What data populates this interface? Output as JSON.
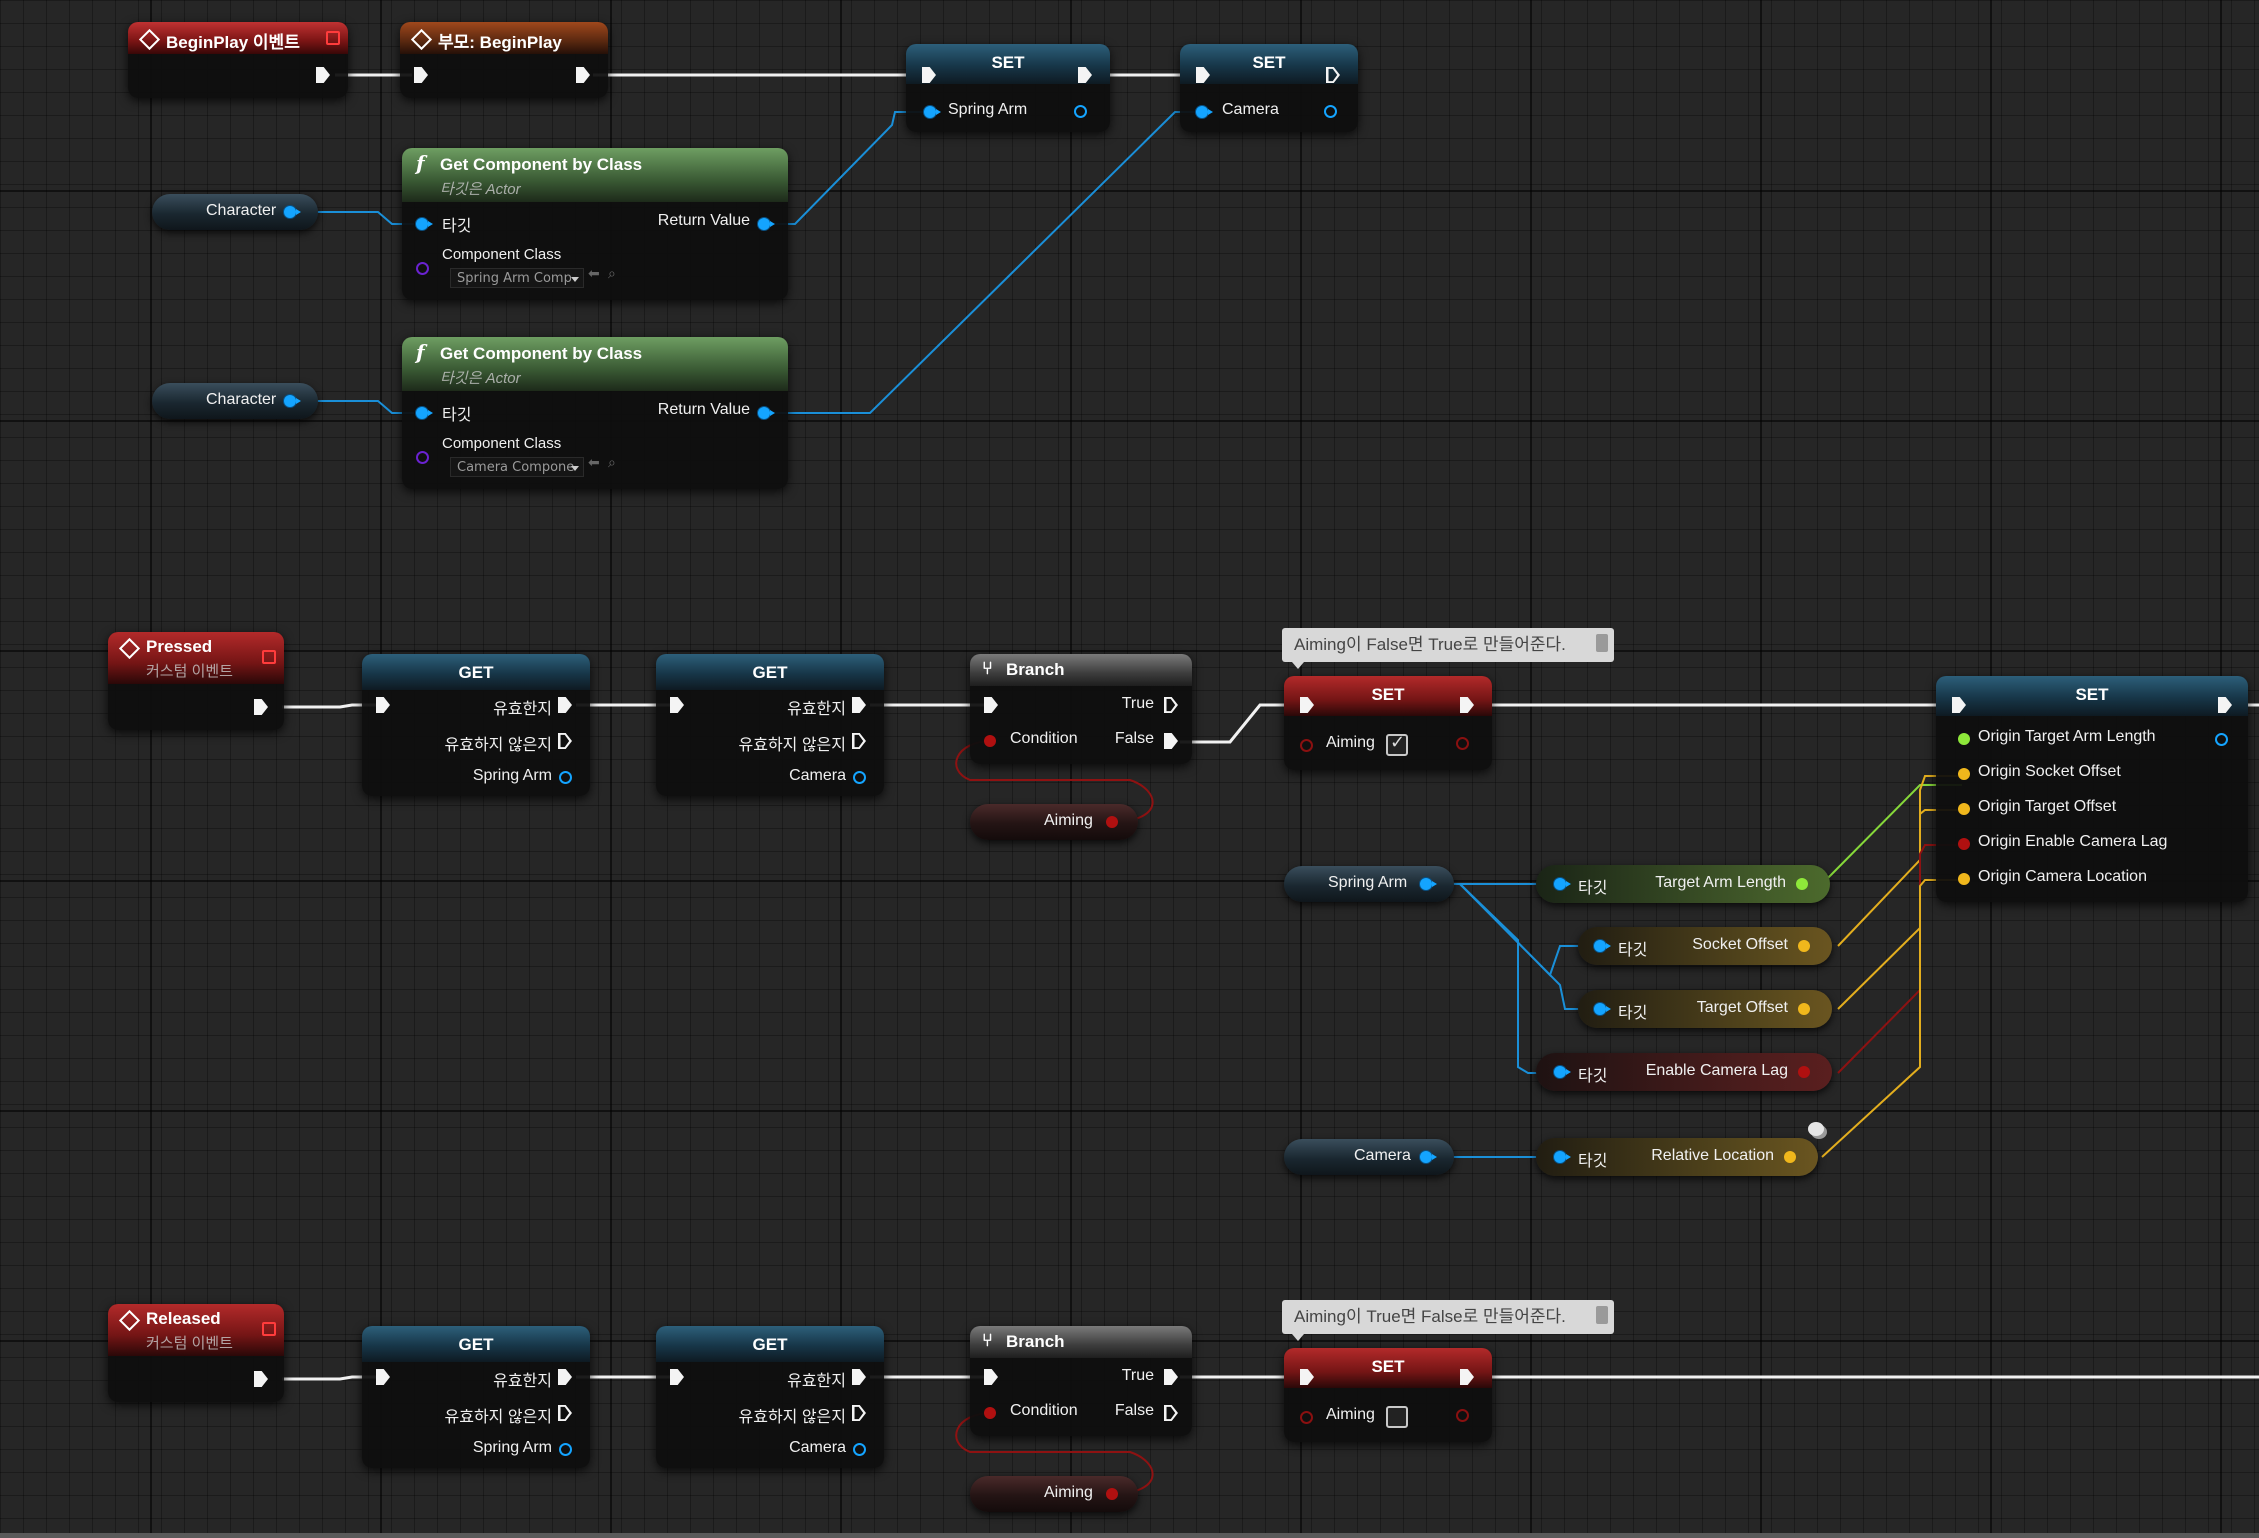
{
  "graph": {
    "begin_play": {
      "title": "BeginPlay 이벤트"
    },
    "parent_begin_play": {
      "title": "부모: BeginPlay"
    },
    "set_spring_arm": {
      "title": "SET",
      "pin": "Spring Arm"
    },
    "set_camera": {
      "title": "SET",
      "pin": "Camera"
    },
    "char_var_1": {
      "label": "Character"
    },
    "char_var_2": {
      "label": "Character"
    },
    "getcomp_1": {
      "title": "Get Component by Class",
      "subtitle": "타깃은 Actor",
      "target": "타깃",
      "return": "Return Value",
      "class_label": "Component Class",
      "class_value": "Spring Arm Comp"
    },
    "getcomp_2": {
      "title": "Get Component by Class",
      "subtitle": "타깃은 Actor",
      "target": "타깃",
      "return": "Return Value",
      "class_label": "Component Class",
      "class_value": "Camera Compone"
    },
    "pressed": {
      "title": "Pressed",
      "subtitle": "커스텀 이벤트"
    },
    "released": {
      "title": "Released",
      "subtitle": "커스텀 이벤트"
    },
    "get_spring_p": {
      "title": "GET",
      "valid": "유효한지",
      "invalid": "유효하지 않은지",
      "out": "Spring Arm"
    },
    "get_camera_p": {
      "title": "GET",
      "valid": "유효한지",
      "invalid": "유효하지 않은지",
      "out": "Camera"
    },
    "get_spring_r": {
      "title": "GET",
      "valid": "유효한지",
      "invalid": "유효하지 않은지",
      "out": "Spring Arm"
    },
    "get_camera_r": {
      "title": "GET",
      "valid": "유효한지",
      "invalid": "유효하지 않은지",
      "out": "Camera"
    },
    "branch_p": {
      "title": "Branch",
      "true": "True",
      "false": "False",
      "condition": "Condition"
    },
    "branch_r": {
      "title": "Branch",
      "true": "True",
      "false": "False",
      "condition": "Condition"
    },
    "aiming_var_p": {
      "label": "Aiming"
    },
    "aiming_var_r": {
      "label": "Aiming"
    },
    "comment_p": {
      "text": "Aiming이 False면 True로 만들어준다."
    },
    "comment_r": {
      "text": "Aiming이 True면 False로 만들어준다."
    },
    "set_aiming_p": {
      "title": "SET",
      "pin": "Aiming",
      "checked": true
    },
    "set_aiming_r": {
      "title": "SET",
      "pin": "Aiming",
      "checked": false
    },
    "set_origin": {
      "title": "SET",
      "pins": [
        "Origin Target Arm Length",
        "Origin Socket Offset",
        "Origin Target Offset",
        "Origin Enable Camera Lag",
        "Origin Camera Location"
      ]
    },
    "spring_arm_var": {
      "label": "Spring Arm"
    },
    "camera_var": {
      "label": "Camera"
    },
    "getters": {
      "target_arm_length": {
        "target": "타깃",
        "label": "Target Arm Length"
      },
      "socket_offset": {
        "target": "타깃",
        "label": "Socket Offset"
      },
      "target_offset": {
        "target": "타깃",
        "label": "Target Offset"
      },
      "enable_camera_lag": {
        "target": "타깃",
        "label": "Enable Camera Lag"
      },
      "relative_location": {
        "target": "타깃",
        "label": "Relative Location"
      }
    }
  },
  "colors": {
    "exec": "#f2f2f2",
    "object": "#1a8fd8",
    "float": "#86d83a",
    "vector": "#e3ae1e",
    "bool": "#8e1212"
  }
}
